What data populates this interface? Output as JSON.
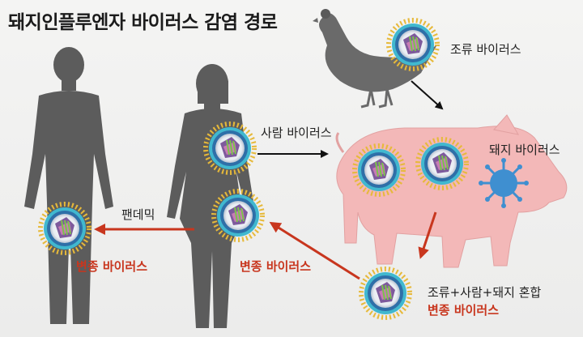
{
  "title": "돼지인플루엔자 바이러스 감염 경로",
  "labels": {
    "avian": "조류 바이러스",
    "human": "사람 바이러스",
    "swine": "돼지 바이러스",
    "pandemic": "팬데믹",
    "variant_left": "변종 바이러스",
    "variant_mid": "변종 바이러스",
    "mix": "조류+사람+돼지 혼합",
    "variant_mix": "변종 바이러스"
  },
  "colors": {
    "silhouette": "#5a5a5a",
    "pig": "#f3b8b8",
    "red_arrow": "#c8361e",
    "black_arrow": "#111111",
    "swine_virus": "#3f8fd0"
  },
  "icons": [
    "chicken-icon",
    "man-silhouette",
    "woman-silhouette",
    "pig-silhouette",
    "virus-icon"
  ]
}
